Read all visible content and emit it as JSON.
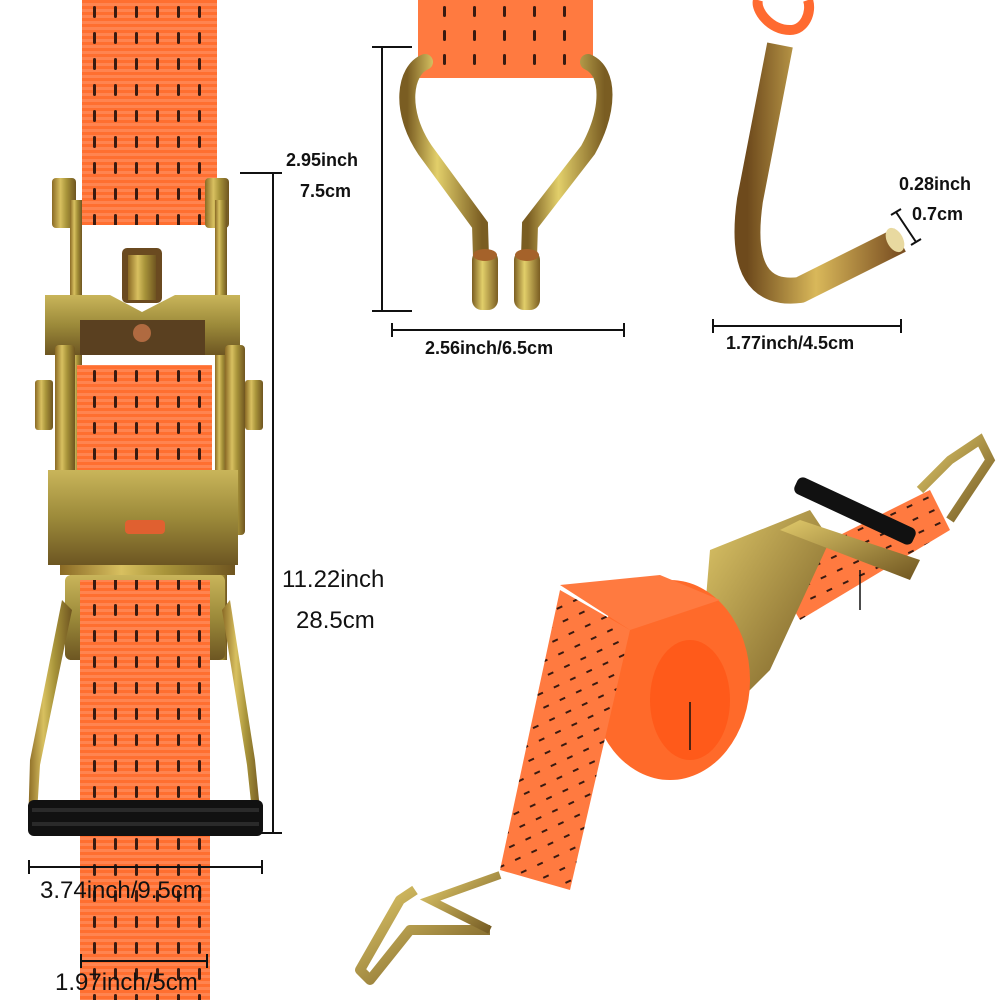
{
  "image": {
    "subject": "Orange ratchet tie-down strap with hooks",
    "background_color": "#ffffff",
    "strap_color": "#ff6a2a",
    "stitch_color": "#3a1a10",
    "metal_color": "#b59a3a",
    "handle_grip_color": "#111111"
  },
  "dimensions": {
    "hook_height": {
      "inch": "2.95inch",
      "cm": "7.5cm"
    },
    "hook_width": {
      "label": "2.56inch/6.5cm"
    },
    "j_hook_width": {
      "label": "1.77inch/4.5cm"
    },
    "j_hook_tip": {
      "inch": "0.28inch",
      "cm": "0.7cm"
    },
    "ratchet_length": {
      "inch": "11.22inch",
      "cm": "28.5cm"
    },
    "ratchet_width": {
      "label": "3.74inch/9.5cm"
    },
    "strap_width": {
      "label": "1.97inch/5cm"
    }
  },
  "panels": [
    {
      "name": "ratchet-front-view"
    },
    {
      "name": "double-j-hook-view"
    },
    {
      "name": "single-j-hook-view"
    },
    {
      "name": "rolled-strap-assembly-view"
    }
  ]
}
